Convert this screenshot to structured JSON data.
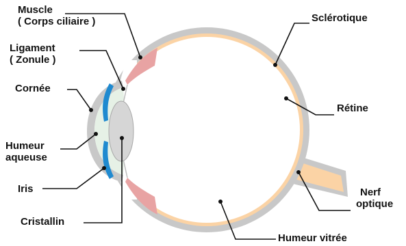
{
  "labels": {
    "muscle": {
      "line1": "Muscle",
      "line2": "( Corps ciliaire )"
    },
    "ligament": {
      "line1": "Ligament",
      "line2": "( Zonule )"
    },
    "cornee": "Cornée",
    "humeur_aqueuse": {
      "line1": "Humeur",
      "line2": "aqueuse"
    },
    "iris": "Iris",
    "cristallin": "Cristallin",
    "sclerotique": "Sclérotique",
    "retine": "Rétine",
    "nerf_optique": {
      "line1": "Nerf",
      "line2": "optique"
    },
    "humeur_vitree": "Humeur vitrée"
  },
  "colors": {
    "sclera": "#c8c8c8",
    "retina": "#fbd3a5",
    "optic_nerve": "#fbd3a5",
    "muscle": "#e8a3a3",
    "iris": "#1f8ad0",
    "aqueous": "#e6f1e6",
    "lens": "#d6d6d6",
    "vitreous": "#ffffff",
    "leader_line": "#111111"
  }
}
